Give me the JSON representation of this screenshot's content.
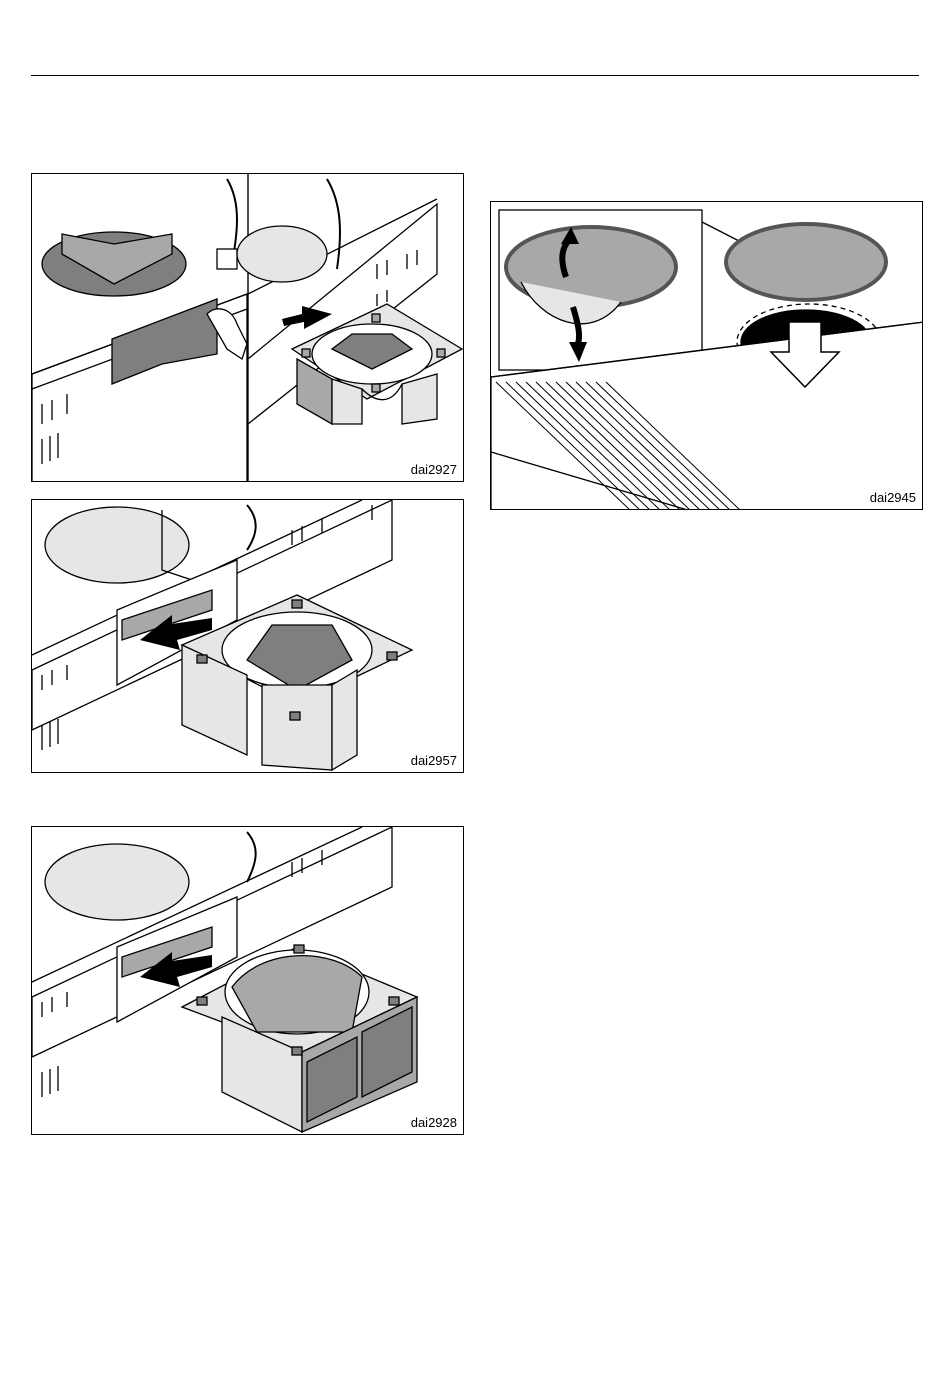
{
  "figures": [
    {
      "id": "fig1",
      "label": "dai2927"
    },
    {
      "id": "fig2",
      "label": "dai2957"
    },
    {
      "id": "fig3",
      "label": "dai2928"
    },
    {
      "id": "fig4",
      "label": "dai2945"
    }
  ],
  "colors": {
    "grey_fill": "#a8a8a8",
    "dark_fill": "#7f7f7f",
    "light_fill": "#e6e6e6",
    "line": "#000000"
  },
  "icons": [
    "arrow-right-icon",
    "arrow-up-icon",
    "arrow-down-icon",
    "hand-icon"
  ]
}
